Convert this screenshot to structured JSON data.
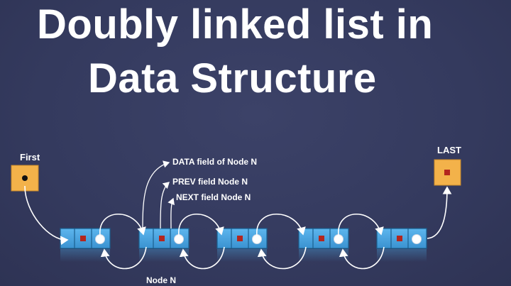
{
  "title": {
    "line1": "Doubly linked list in",
    "line2": "Data Structure"
  },
  "diagram": {
    "first_label": "First",
    "last_label": "LAST",
    "node_label": "Node N",
    "annotations": [
      "DATA field of Node N",
      "PREV field Node N",
      "NEXT field Node N"
    ],
    "node_count": 5,
    "colors": {
      "background": "#373d62",
      "node_fill": "#4aa6e0",
      "node_border": "#1b5f8e",
      "pointer_box": "#f3b24a",
      "marker_red": "#b3261e",
      "arrow": "#ffffff"
    }
  }
}
